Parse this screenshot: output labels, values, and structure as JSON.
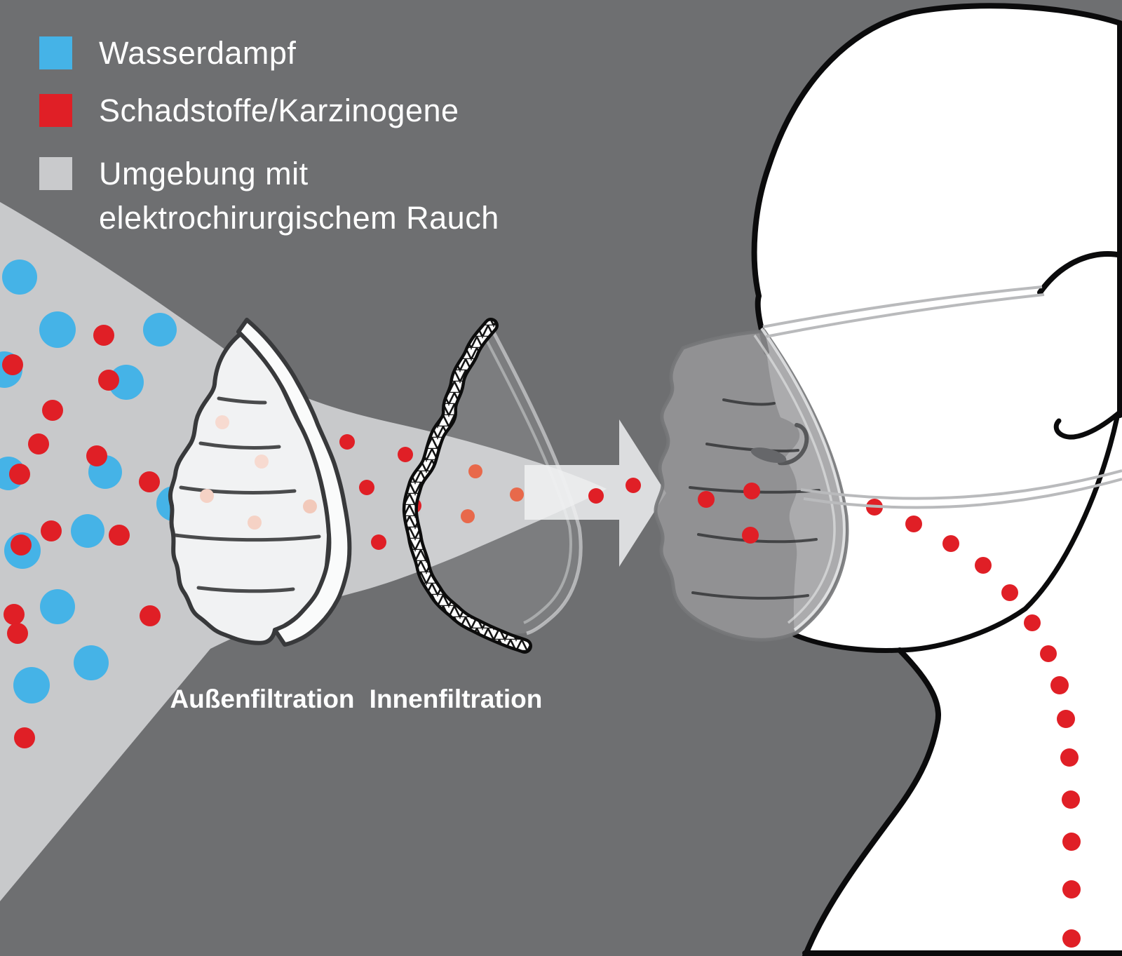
{
  "colors": {
    "background": "#6E6F71",
    "smoke": "#C8C9CB",
    "vapor_blue": "#45B3E7",
    "hazard_red": "#E01F26",
    "legend_gray": "#C9CACC",
    "faded_orange": "#E8694B",
    "mask_fabric": "#F1F2F3",
    "mask_rim": "#FAFBFB",
    "mask_outline": "#38393B",
    "head_fill": "#FFFFFF",
    "head_outline": "#0B0B0C",
    "arrow": "#F0F1F2",
    "worn_mask_gray": "#98999B",
    "strap_gray": "#B9BABC",
    "text_white": "#FFFFFF"
  },
  "legend": {
    "items": [
      {
        "id": "wasserdampf",
        "label": "Wasserdampf"
      },
      {
        "id": "schadstoffe",
        "label": "Schadstoffe/Karzinogene"
      },
      {
        "id": "umgebung",
        "label": "Umgebung mit",
        "label_line2": "elektrochirurgischem Rauch"
      }
    ]
  },
  "labels": {
    "outer_filter": "Außenfiltration",
    "inner_filter": "Innenfiltration"
  },
  "particles": {
    "ambient_vapor": [
      [
        28,
        395,
        25
      ],
      [
        82,
        470,
        26
      ],
      [
        228,
        470,
        24
      ],
      [
        6,
        527,
        26
      ],
      [
        180,
        545,
        25
      ],
      [
        12,
        675,
        24
      ],
      [
        150,
        673,
        24
      ],
      [
        248,
        718,
        25
      ],
      [
        125,
        757,
        24
      ],
      [
        32,
        785,
        26
      ],
      [
        82,
        865,
        25
      ],
      [
        130,
        945,
        25
      ],
      [
        45,
        977,
        26
      ]
    ],
    "ambient_hazard": [
      [
        148,
        478,
        15
      ],
      [
        18,
        520,
        15
      ],
      [
        155,
        542,
        15
      ],
      [
        75,
        585,
        15
      ],
      [
        55,
        633,
        15
      ],
      [
        138,
        650,
        15
      ],
      [
        28,
        676,
        15
      ],
      [
        213,
        687,
        15
      ],
      [
        73,
        757,
        15
      ],
      [
        170,
        763,
        15
      ],
      [
        30,
        777,
        15
      ],
      [
        20,
        876,
        15
      ],
      [
        214,
        878,
        15
      ],
      [
        25,
        903,
        15
      ],
      [
        35,
        1052,
        15
      ]
    ],
    "captured_outer": [
      [
        317,
        602,
        10,
        "#F7DAD0"
      ],
      [
        373,
        658,
        10,
        "#F7DAD0"
      ],
      [
        295,
        707,
        10,
        "#F5D2C5"
      ],
      [
        442,
        722,
        10,
        "#F2C9BA"
      ],
      [
        363,
        745,
        10,
        "#F5D2C5"
      ]
    ],
    "between_filters": [
      [
        495,
        630,
        11
      ],
      [
        523,
        695,
        11
      ],
      [
        540,
        773,
        11
      ],
      [
        578,
        648,
        11
      ],
      [
        590,
        721,
        11
      ]
    ],
    "passed_inner": [
      [
        678,
        672,
        10
      ],
      [
        737,
        705,
        10
      ],
      [
        667,
        736,
        10
      ]
    ],
    "approach_face": [
      [
        850,
        707,
        11
      ],
      [
        903,
        692,
        11
      ]
    ],
    "on_mask": [
      [
        1007,
        712,
        12
      ],
      [
        1072,
        700,
        12
      ],
      [
        1070,
        763,
        12
      ]
    ],
    "inhaled": [
      [
        1247,
        723,
        12
      ],
      [
        1303,
        747,
        12
      ],
      [
        1356,
        775,
        12
      ],
      [
        1402,
        806,
        12
      ],
      [
        1440,
        845,
        12
      ],
      [
        1472,
        888,
        12
      ],
      [
        1495,
        932,
        12
      ],
      [
        1511,
        977,
        13
      ],
      [
        1520,
        1025,
        13
      ],
      [
        1525,
        1080,
        13
      ],
      [
        1527,
        1140,
        13
      ],
      [
        1528,
        1200,
        13
      ],
      [
        1528,
        1268,
        13
      ],
      [
        1528,
        1338,
        13
      ]
    ]
  }
}
